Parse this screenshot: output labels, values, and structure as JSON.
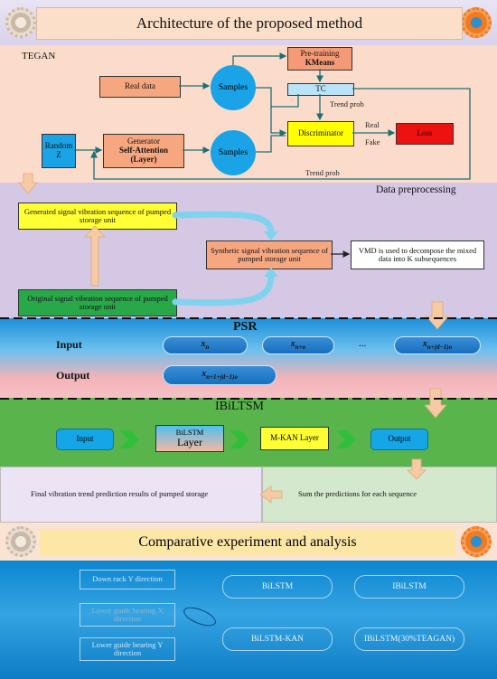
{
  "title": "Architecture of the proposed method",
  "tegan": {
    "label": "TEGAN",
    "pretraining_line1": "Pre-training",
    "pretraining_line2": "KMeans",
    "real_data": "Real data",
    "samples_top": "Samples",
    "samples_bottom": "Samples",
    "tc": "TC",
    "trend_prob_top": "Trend prob",
    "trend_prob_bottom": "Trend prob",
    "discriminator": "Discriminator",
    "real": "Real",
    "fake": "Fake",
    "loss": "Loss",
    "random_z_line1": "Random",
    "random_z_line2": "Z",
    "generator_line1": "Generator",
    "generator_line2": "Self-Attention",
    "generator_line3": "(Layer)"
  },
  "preprocessing": {
    "label": "Data preprocessing",
    "generated": "Generated signal vibration sequence of pumped storage unit",
    "synthetic": "Synthetic signal vibration sequence of pumped storage unit",
    "vmd": "VMD is used to decompose the mixed data into K subsequences",
    "original": "Original signal vibration sequence of pumped storage unit"
  },
  "psr": {
    "label": "PSR",
    "input_label": "Input",
    "output_label": "Output",
    "x1": "x",
    "x1_sub": "n",
    "x2": "x",
    "x2_sub": "n+o",
    "dots": "...",
    "x3": "x",
    "x3_sub": "n+(d−1)o",
    "y": "x",
    "y_sub": "n+1+(d−1)o"
  },
  "ibiltsm": {
    "label": "IBiLTSM",
    "input": "Input",
    "bilstm_line1": "BiLSTM",
    "bilstm_line2": "Layer",
    "mkan": "M-KAN Layer",
    "output": "Output"
  },
  "results": {
    "final": "Final vibration trend prediction results of pumped storage",
    "sum": "Sum the predictions for each sequence"
  },
  "comparison": {
    "title": "Comparative experiment and analysis",
    "directions": [
      "Down rack Y direction",
      "Lower guide bearing X direction",
      "Lower guide bearing Y direction"
    ],
    "models": [
      "BiLSTM",
      "IBiLSTM",
      "BiLSTM-KAN",
      "IBiLSTM(30%TEAGAN)"
    ]
  },
  "colors": {
    "tegan_bg": "#fbdccb",
    "preproc_bg": "#d5c8e5",
    "ibiltsm_bg": "#59b54b",
    "loss_red": "#ee1111",
    "discriminator_yellow": "#ffff00",
    "sample_blue": "#1aa3e6"
  }
}
